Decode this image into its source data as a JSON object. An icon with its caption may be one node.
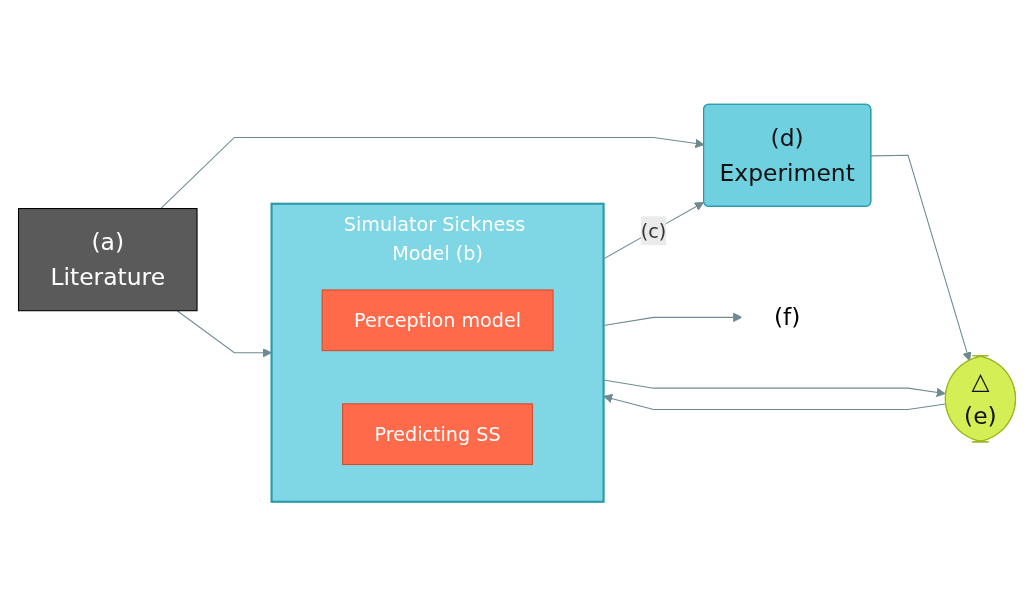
{
  "diagram": {
    "nodes": [
      {
        "text": [
          "Simulator Sickness Model (b)"
        ]
      },
      {
        "text": [
          "Perception model"
        ],
        "in": 0
      },
      {
        "text": [
          "Predicting SS"
        ],
        "in": 0
      },
      {
        "text": [
          "(a)",
          "Literature"
        ]
      },
      {
        "text": [
          "(d)",
          "Experiment"
        ]
      },
      {
        "text": [
          "△",
          "(e)"
        ]
      },
      {
        "text": [
          "(f)"
        ]
      }
    ],
    "edges": [
      {
        "from": 3,
        "to": 0,
        "arrow": "to"
      },
      {
        "from": 3,
        "to": 4,
        "arrow": "to"
      },
      {
        "from": 0,
        "to": 4,
        "arrow": "to",
        "label": "(c)"
      },
      {
        "from": 0,
        "to": 5,
        "arrow": "to"
      },
      {
        "from": 4,
        "to": 5,
        "arrow": "to"
      },
      {
        "from": 5,
        "to": 0,
        "arrow": "to"
      },
      {
        "from": 0,
        "to": 6,
        "arrow": "to"
      }
    ]
  }
}
